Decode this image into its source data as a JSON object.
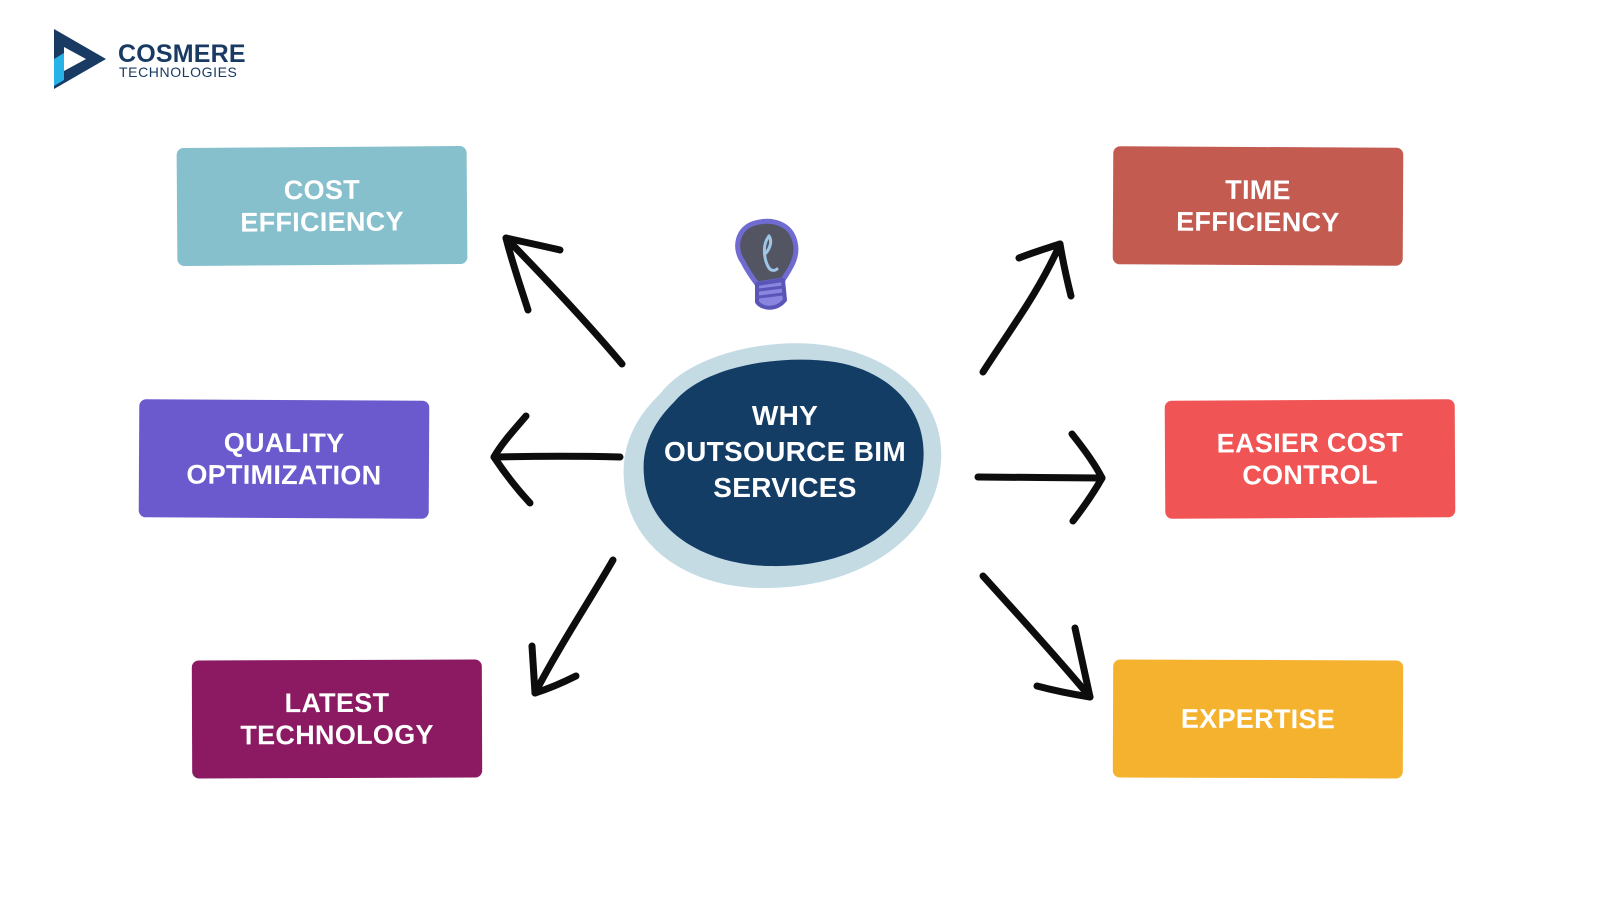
{
  "brand": {
    "name": "COSMERE",
    "subtitle": "TECHNOLOGIES"
  },
  "center": {
    "label": "WHY\nOUTSOURCE BIM\nSERVICES",
    "fill_color": "#143d66",
    "ring_color": "#c5dbe4",
    "icon": "lightbulb-icon"
  },
  "nodes": [
    {
      "id": "cost-efficiency",
      "label": "COST\nEFFICIENCY",
      "color": "#87c0cd"
    },
    {
      "id": "quality-optimization",
      "label": "QUALITY\nOPTIMIZATION",
      "color": "#6a5acd"
    },
    {
      "id": "latest-technology",
      "label": "LATEST\nTECHNOLOGY",
      "color": "#8b1a62"
    },
    {
      "id": "time-efficiency",
      "label": "TIME\nEFFICIENCY",
      "color": "#c35b51"
    },
    {
      "id": "easier-cost-control",
      "label": "EASIER COST\nCONTROL",
      "color": "#f05454"
    },
    {
      "id": "expertise",
      "label": "EXPERTISE",
      "color": "#f5b22e"
    }
  ],
  "arrow_color": "#0d0d0d"
}
